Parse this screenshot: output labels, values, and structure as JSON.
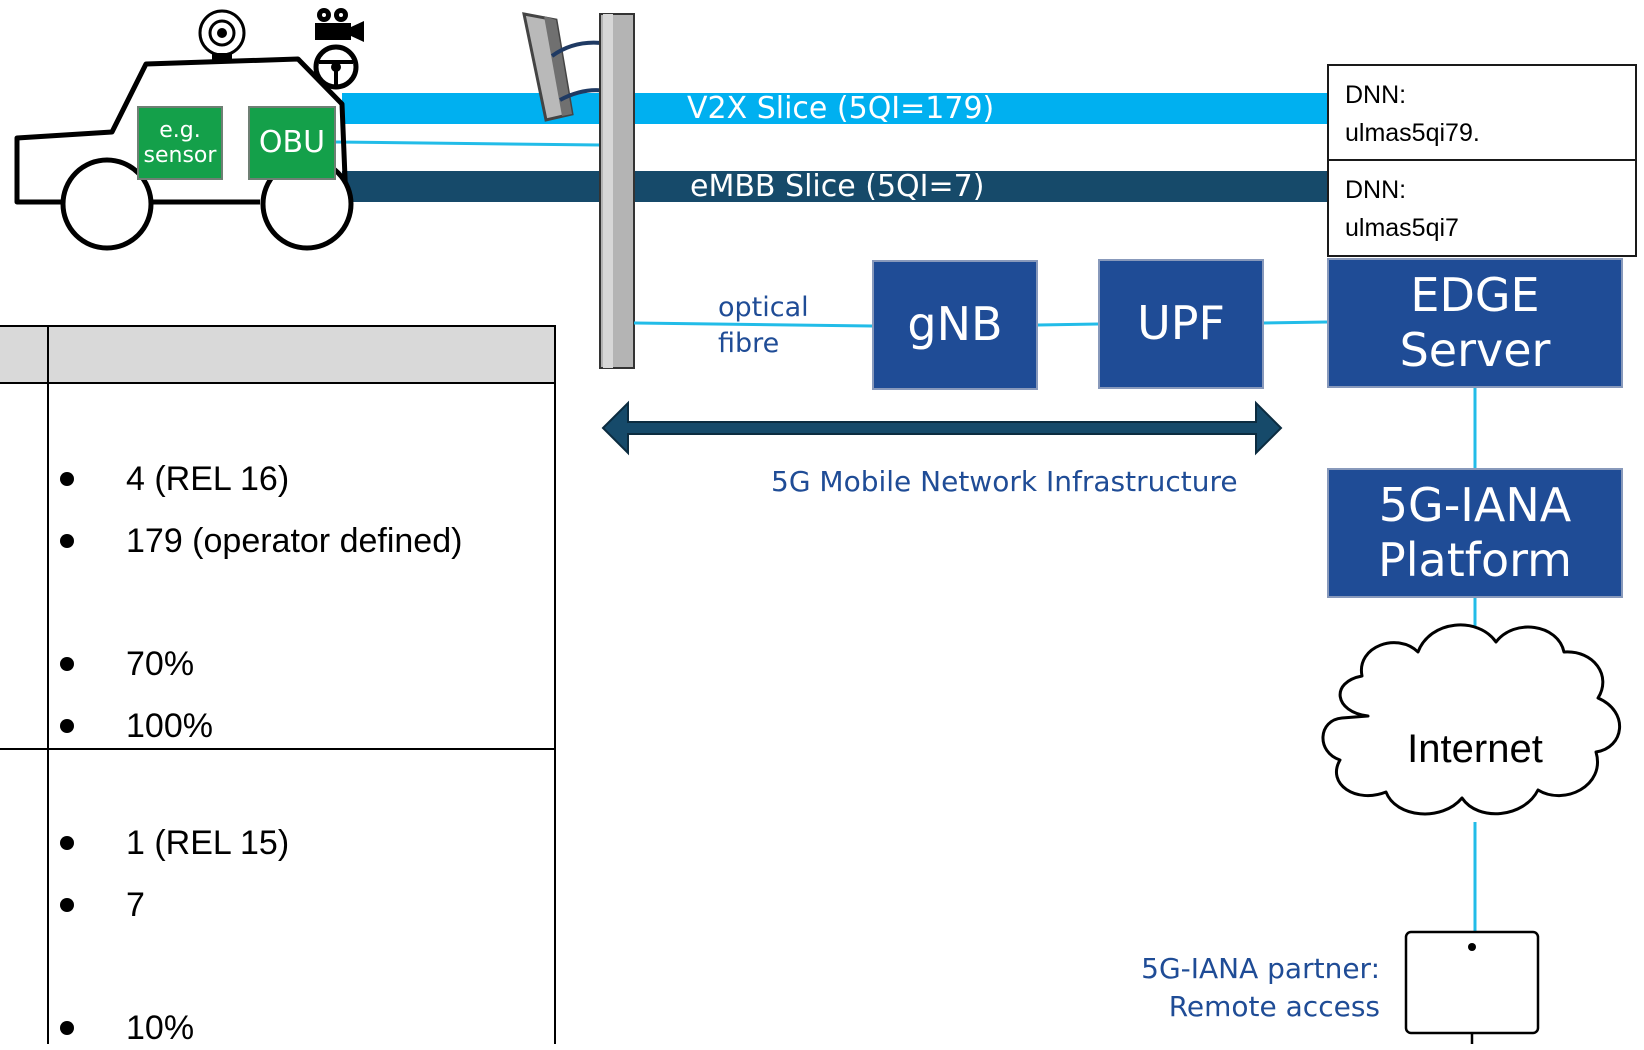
{
  "slices": {
    "v2x_label": "V2X Slice (5QI=179)",
    "embb_label": "eMBB Slice (5QI=7)"
  },
  "dnn": {
    "top": {
      "line1": "DNN:",
      "line2": "ulmas5qi79."
    },
    "bottom": {
      "line1": "DNN:",
      "line2": "ulmas5qi7"
    }
  },
  "car": {
    "sensor_line1": "e.g.",
    "sensor_line2": "sensor",
    "obu_label": "OBU"
  },
  "fibre": {
    "line1": "optical",
    "line2": "fibre"
  },
  "boxes": {
    "gnb": "gNB",
    "upf": "UPF",
    "edge_line1": "EDGE",
    "edge_line2": "Server",
    "iana_line1": "5G-IANA",
    "iana_line2": "Platform"
  },
  "infrastructure_label": "5G Mobile Network Infrastructure",
  "internet_label": "Internet",
  "partner": {
    "line1": "5G-IANA partner:",
    "line2": "Remote access"
  },
  "table": {
    "upper_items": [
      "4 (REL 16)",
      "179 (operator defined)",
      "70%",
      "100%"
    ],
    "lower_items": [
      "1 (REL 15)",
      "7",
      "10%"
    ]
  },
  "colors": {
    "v2x_slice": "#00b0f0",
    "embb_slice": "#164a6a",
    "box_blue": "#1f4c96",
    "green": "#14a04a",
    "link_cyan": "#22bce8",
    "table_header": "#d9d9d9"
  }
}
